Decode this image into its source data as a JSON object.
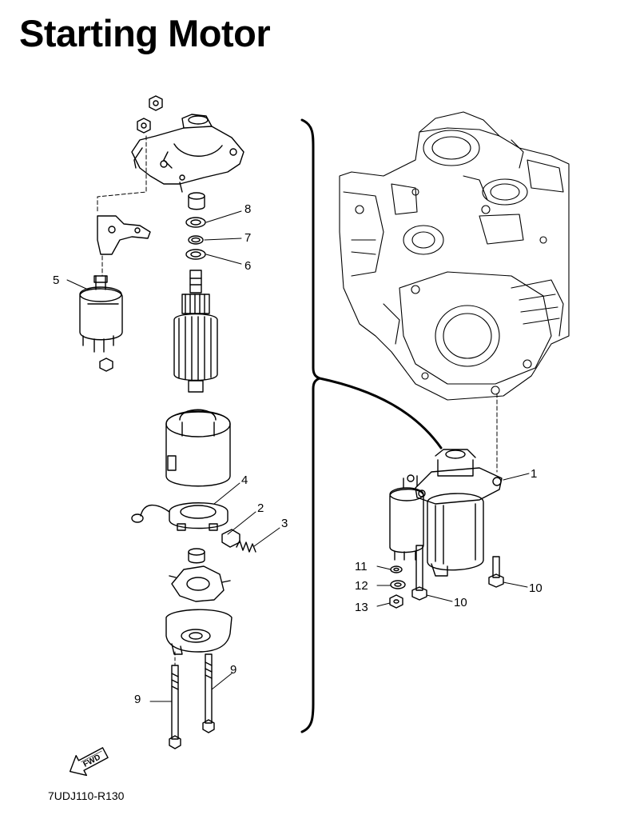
{
  "title": "Starting Motor",
  "drawing_code": "7UDJ110-R130",
  "fwd_label": "FWD",
  "callouts": [
    {
      "id": "1",
      "label": "1"
    },
    {
      "id": "2",
      "label": "2"
    },
    {
      "id": "3",
      "label": "3"
    },
    {
      "id": "4",
      "label": "4"
    },
    {
      "id": "5",
      "label": "5"
    },
    {
      "id": "6",
      "label": "6"
    },
    {
      "id": "7",
      "label": "7"
    },
    {
      "id": "8",
      "label": "8"
    },
    {
      "id": "9a",
      "label": "9"
    },
    {
      "id": "9b",
      "label": "9"
    },
    {
      "id": "10a",
      "label": "10"
    },
    {
      "id": "10b",
      "label": "10"
    },
    {
      "id": "11",
      "label": "11"
    },
    {
      "id": "12",
      "label": "12"
    },
    {
      "id": "13",
      "label": "13"
    }
  ]
}
